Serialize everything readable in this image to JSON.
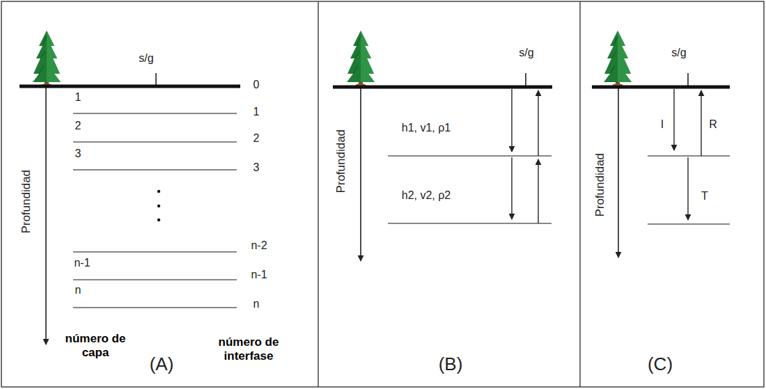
{
  "diagram": {
    "labels": [
      "s/g",
      "0",
      "1",
      "1",
      "2",
      "2",
      "3",
      "3",
      "n-2",
      "n-1",
      "n-1",
      "n",
      "n",
      "Profundidad",
      "número de capa",
      "(A)",
      "número de interfase",
      "s/g",
      "Profundidad",
      "h1, v1, ρ1",
      "h2, v2, ρ2",
      "(B)",
      "s/g",
      "Profundidad",
      "I",
      "R",
      "T",
      "(C)"
    ]
  }
}
